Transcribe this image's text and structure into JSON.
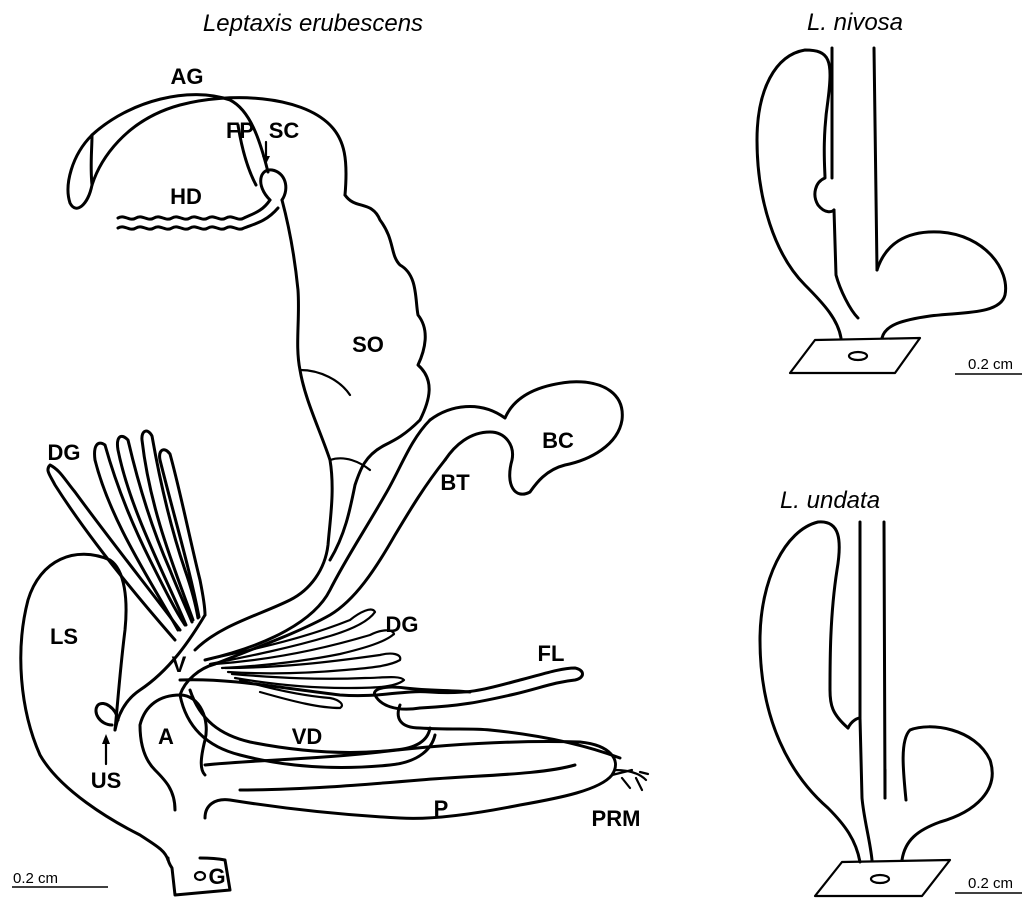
{
  "titles": {
    "main": "Leptaxis erubescens",
    "top_right": "L. nivosa",
    "bottom_right": "L. undata"
  },
  "labels": {
    "AG": "AG",
    "FP": "FP",
    "SC": "SC",
    "HD": "HD",
    "SO": "SO",
    "BC": "BC",
    "BT": "BT",
    "DG_upper": "DG",
    "DG_lower": "DG",
    "LS": "LS",
    "V": "V",
    "FL": "FL",
    "VD": "VD",
    "A": "A",
    "US": "US",
    "P": "P",
    "PRM": "PRM",
    "G": "G"
  },
  "scale_bars": {
    "main": "0.2 cm",
    "top_right": "0.2 cm",
    "bottom_right": "0.2 cm"
  }
}
